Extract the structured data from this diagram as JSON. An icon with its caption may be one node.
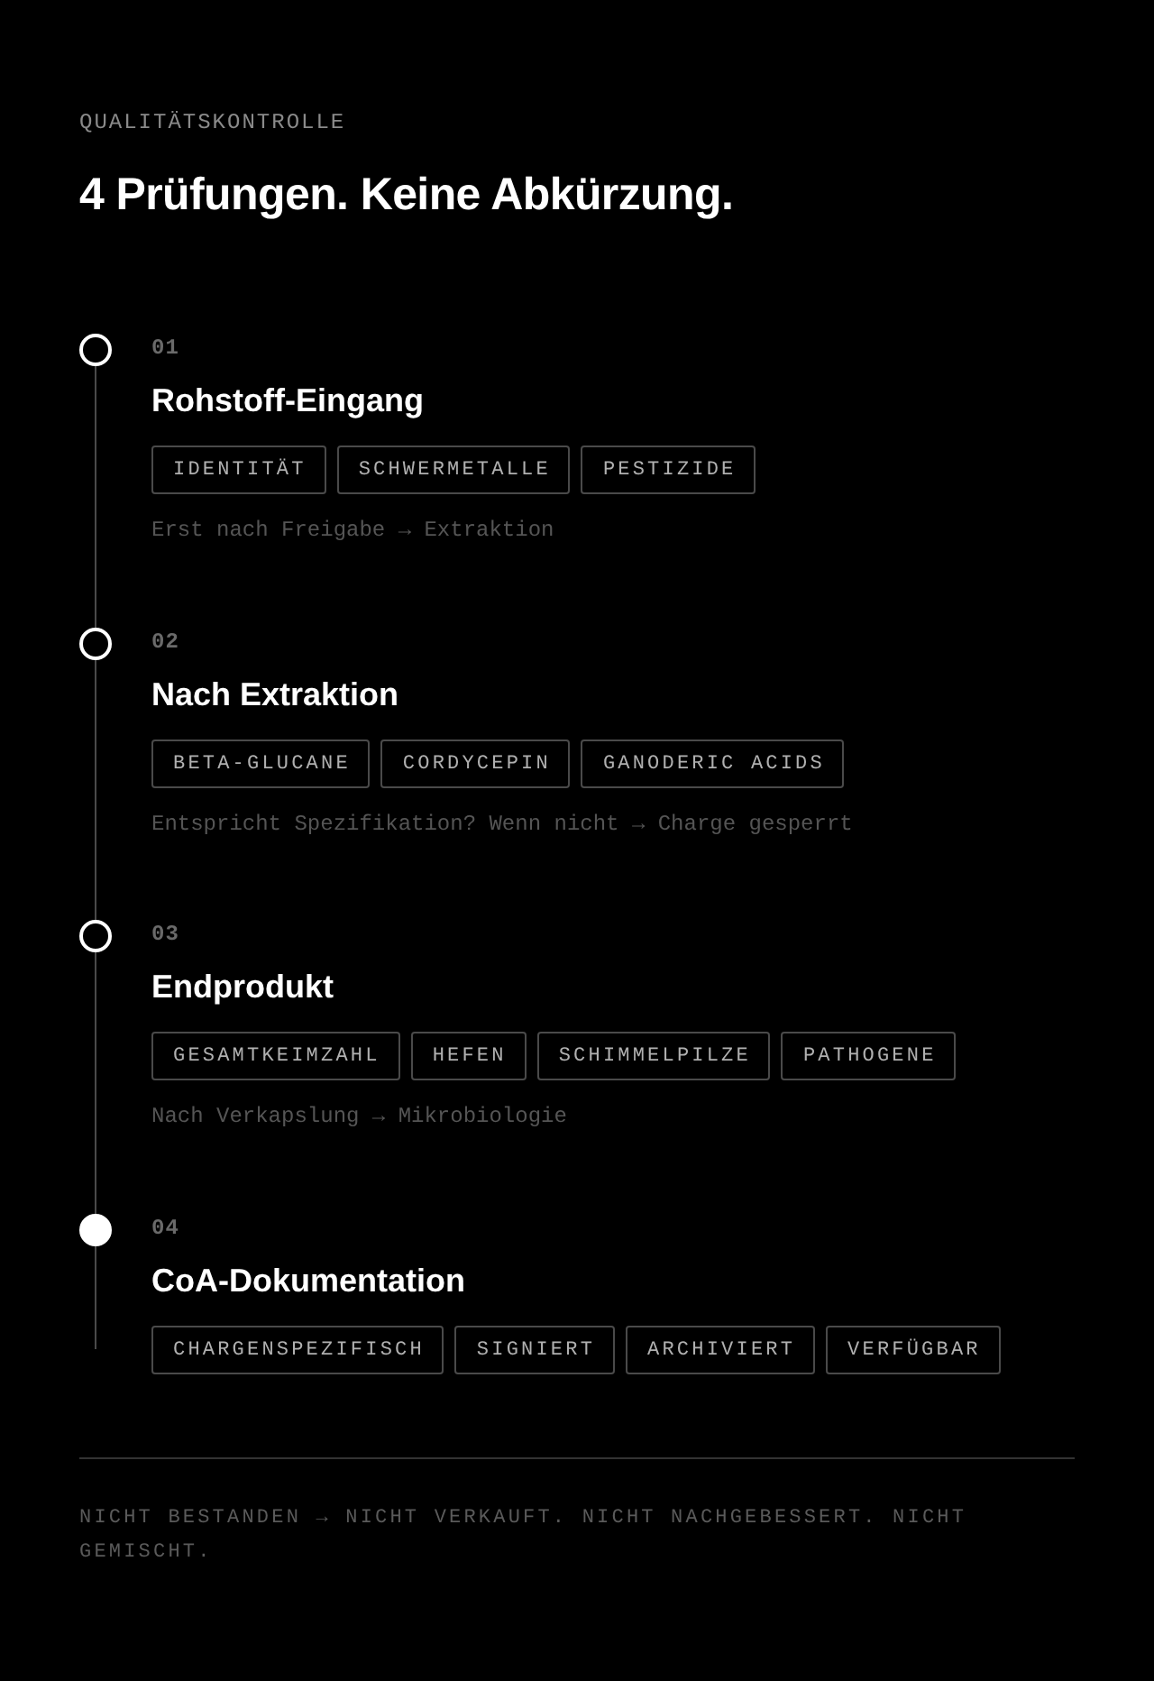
{
  "diagram": {
    "title": "4 Prüfungen. Keine Abkürzung.",
    "caption": "NICHT BESTANDEN → NICHT VERKAUFT. NICHT NACHGEBESSERT. NICHT GEMISCHT.",
    "nodes": [
      {
        "text": [],
        "shape": "circle"
      },
      {
        "text": [
          "IDENTITÄT"
        ]
      },
      {
        "text": [
          "SCHWERMETALLE"
        ]
      },
      {
        "text": [
          "PESTIZIDE"
        ]
      },
      {
        "text": [],
        "shape": "circle"
      },
      {
        "text": [
          "BETA-GLUCANE"
        ]
      },
      {
        "text": [
          "CORDYCEPIN"
        ]
      },
      {
        "text": [
          "GANODERIC ACIDS"
        ]
      },
      {
        "text": [],
        "shape": "circle"
      },
      {
        "text": [
          "GESAMTKEIMZAHL"
        ]
      },
      {
        "text": [
          "HEFEN"
        ]
      },
      {
        "text": [
          "SCHIMMELPILZE"
        ]
      },
      {
        "text": [
          "PATHOGENE"
        ]
      },
      {
        "text": [],
        "shape": "circle"
      },
      {
        "text": [
          "CHARGENSPEZIFISCH"
        ]
      },
      {
        "text": [
          "SIGNIERT"
        ]
      },
      {
        "text": [
          "ARCHIVIERT"
        ]
      },
      {
        "text": [
          "VERFÜGBAR"
        ]
      }
    ],
    "edges": [
      {
        "from": 0,
        "to": 4,
        "arrow": "none"
      },
      {
        "from": 4,
        "to": 8,
        "arrow": "none"
      },
      {
        "from": 8,
        "to": 13,
        "arrow": "none"
      },
      {
        "from": 13,
        "to": null,
        "arrow": "none"
      }
    ],
    "labels": [
      "QUALITÄTSKONTROLLE",
      "01",
      "Rohstoff-Eingang",
      "Erst nach Freigabe → Extraktion",
      "02",
      "Nach Extraktion",
      "Entspricht Spezifikation? Wenn nicht → Charge gesperrt",
      "03",
      "Endprodukt",
      "Nach Verkapslung → Mikrobiologie",
      "04",
      "CoA-Dokumentation"
    ]
  }
}
